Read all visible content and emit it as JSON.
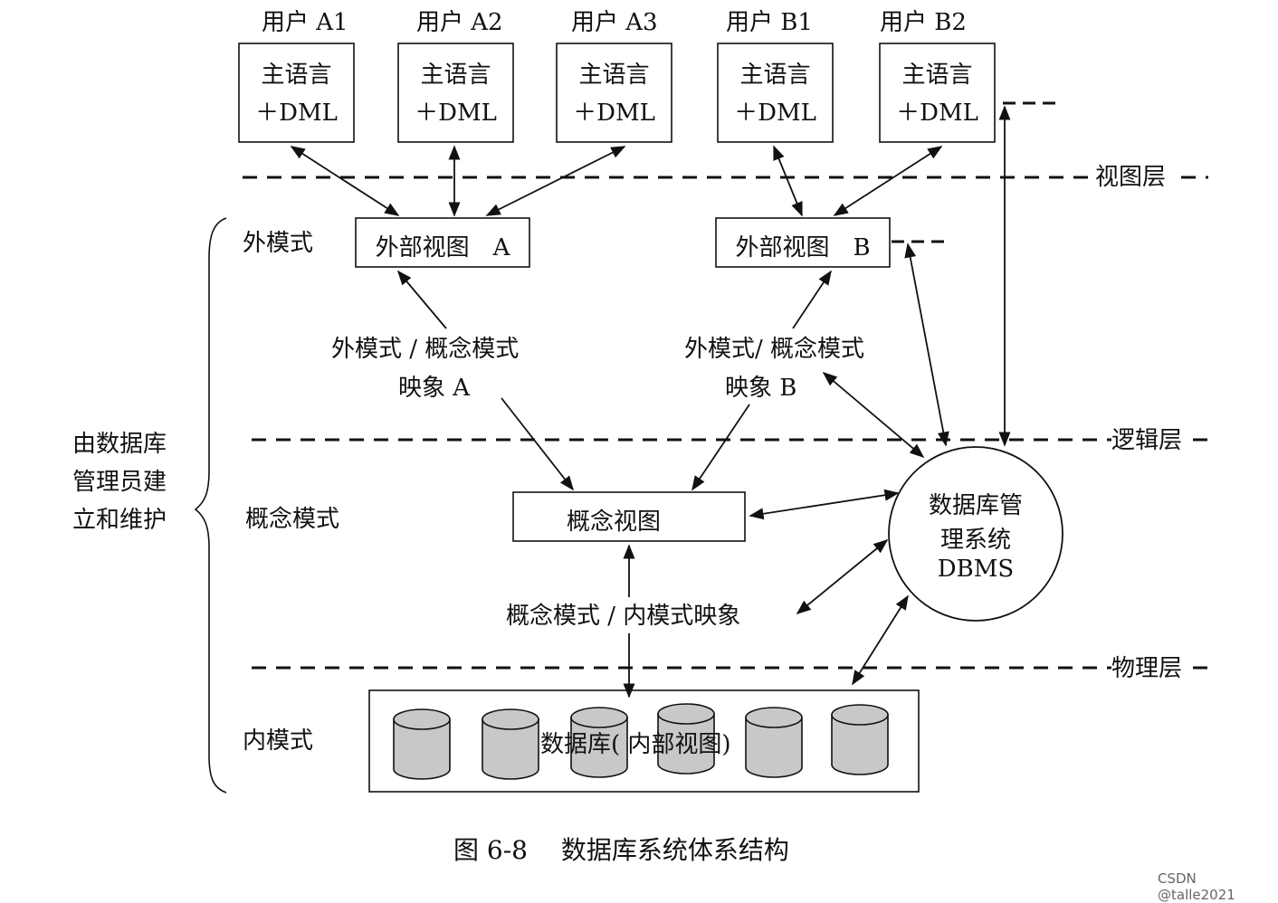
{
  "users": [
    {
      "label": "用户 A1",
      "box_line1": "主语言",
      "box_line2": "＋DML"
    },
    {
      "label": "用户 A2",
      "box_line1": "主语言",
      "box_line2": "＋DML"
    },
    {
      "label": "用户 A3",
      "box_line1": "主语言",
      "box_line2": "＋DML"
    },
    {
      "label": "用户 B1",
      "box_line1": "主语言",
      "box_line2": "＋DML"
    },
    {
      "label": "用户 B2",
      "box_line1": "主语言",
      "box_line2": "＋DML"
    }
  ],
  "layers": {
    "view": "视图层",
    "logical": "逻辑层",
    "physical": "物理层"
  },
  "schemas": {
    "external": "外模式",
    "conceptual": "概念模式",
    "internal": "内模式"
  },
  "maintainer": [
    "由数据库",
    "管理员建",
    "立和维护"
  ],
  "views": {
    "external_a": "外部视图　A",
    "external_b": "外部视图　B",
    "conceptual": "概念视图",
    "internal": "数据库(  内部视图)"
  },
  "mappings": {
    "a_line1": "外模式 / 概念模式",
    "a_line2": "映象 A",
    "b_line1": "外模式/ 概念模式",
    "b_line2": "映象 B",
    "conceptual_internal": "概念模式 / 内模式映象"
  },
  "dbms": [
    "数据库管",
    "理系统",
    "DBMS"
  ],
  "caption": "图 6-8　 数据库系统体系结构",
  "watermark": "CSDN @talle2021"
}
